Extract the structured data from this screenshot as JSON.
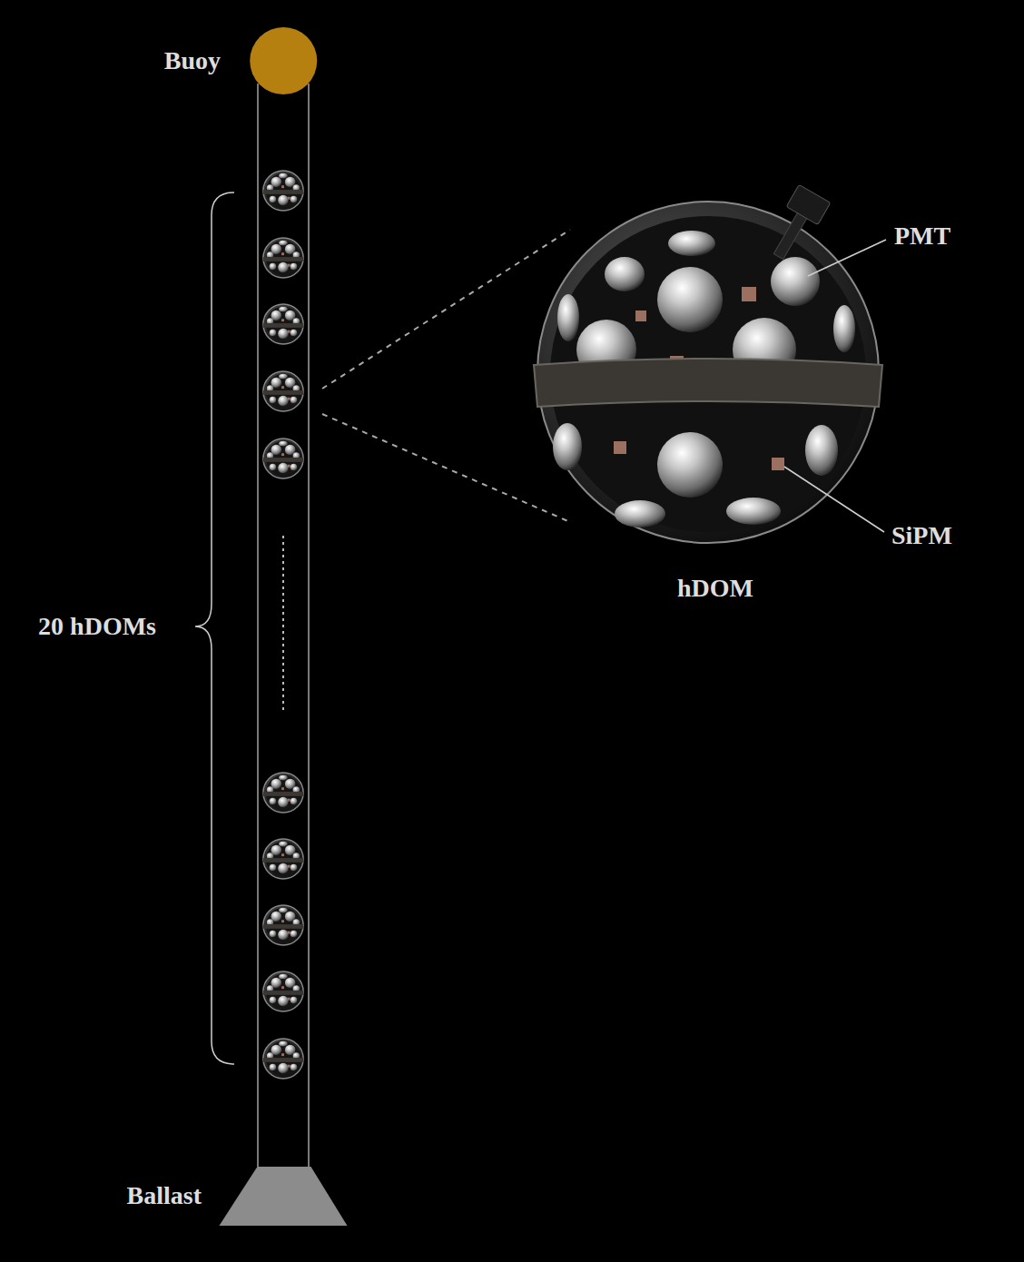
{
  "diagram": {
    "nodes": [
      {
        "text": [
          "Buoy"
        ]
      },
      {
        "text": [
          "hDOM"
        ]
      },
      {
        "text": [
          "Ballast"
        ]
      }
    ],
    "edges": [
      {
        "from": 0,
        "to": 2,
        "arrow": "none"
      }
    ],
    "labels": [
      "20 hDOMs",
      "PMT",
      "SiPM"
    ]
  }
}
